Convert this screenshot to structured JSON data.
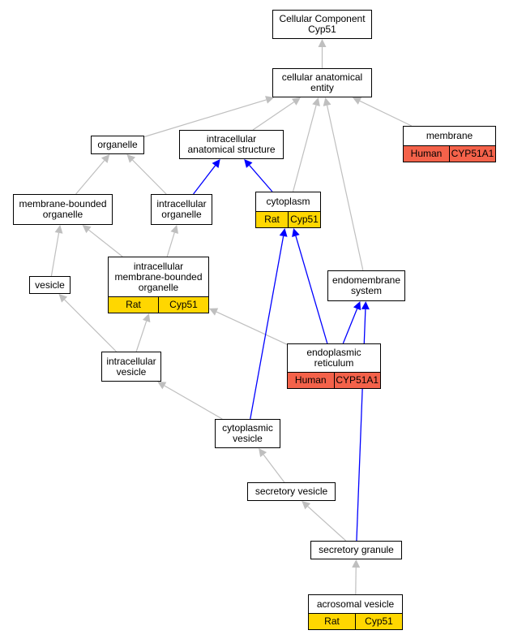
{
  "colors": {
    "gray_edge": "#bfbfbf",
    "blue_edge": "#0000ff",
    "rat_fill": "#ffd700",
    "human_fill": "#f4624a"
  },
  "nodes": {
    "root": {
      "label": "Cellular Component\nCyp51"
    },
    "cae": {
      "label": "cellular anatomical\nentity"
    },
    "organelle": {
      "label": "organelle"
    },
    "ias": {
      "label": "intracellular\nanatomical structure"
    },
    "membrane": {
      "label": "membrane",
      "species": "Human",
      "gene": "CYP51A1"
    },
    "mbo": {
      "label": "membrane-bounded\norganelle"
    },
    "io": {
      "label": "intracellular\norganelle"
    },
    "cytoplasm": {
      "label": "cytoplasm",
      "species": "Rat",
      "gene": "Cyp51"
    },
    "vesicle": {
      "label": "vesicle"
    },
    "imbo": {
      "label": "intracellular\nmembrane-bounded\norganelle",
      "species": "Rat",
      "gene": "Cyp51"
    },
    "endomembrane": {
      "label": "endomembrane\nsystem"
    },
    "er": {
      "label": "endoplasmic\nreticulum",
      "species": "Human",
      "gene": "CYP51A1"
    },
    "iv": {
      "label": "intracellular\nvesicle"
    },
    "cv": {
      "label": "cytoplasmic\nvesicle"
    },
    "sv": {
      "label": "secretory vesicle"
    },
    "sg": {
      "label": "secretory granule"
    },
    "acro": {
      "label": "acrosomal vesicle",
      "species": "Rat",
      "gene": "Cyp51"
    }
  },
  "edges": [
    {
      "from": "cae",
      "to": "root",
      "color": "gray"
    },
    {
      "from": "organelle",
      "to": "cae",
      "color": "gray"
    },
    {
      "from": "ias",
      "to": "cae",
      "color": "gray"
    },
    {
      "from": "membrane",
      "to": "cae",
      "color": "gray"
    },
    {
      "from": "cytoplasm",
      "to": "cae",
      "color": "gray"
    },
    {
      "from": "endomembrane",
      "to": "cae",
      "color": "gray"
    },
    {
      "from": "mbo",
      "to": "organelle",
      "color": "gray"
    },
    {
      "from": "io",
      "to": "organelle",
      "color": "gray"
    },
    {
      "from": "io",
      "to": "ias",
      "color": "blue"
    },
    {
      "from": "cytoplasm",
      "to": "ias",
      "color": "blue"
    },
    {
      "from": "vesicle",
      "to": "mbo",
      "color": "gray"
    },
    {
      "from": "imbo",
      "to": "mbo",
      "color": "gray"
    },
    {
      "from": "imbo",
      "to": "io",
      "color": "gray"
    },
    {
      "from": "iv",
      "to": "vesicle",
      "color": "gray"
    },
    {
      "from": "er",
      "to": "imbo",
      "color": "gray"
    },
    {
      "from": "er",
      "to": "cytoplasm",
      "color": "blue"
    },
    {
      "from": "er",
      "to": "endomembrane",
      "color": "blue"
    },
    {
      "from": "iv",
      "to": "imbo",
      "color": "gray"
    },
    {
      "from": "cv",
      "to": "iv",
      "color": "gray"
    },
    {
      "from": "cv",
      "to": "cytoplasm",
      "color": "blue"
    },
    {
      "from": "sv",
      "to": "cv",
      "color": "gray"
    },
    {
      "from": "sg",
      "to": "sv",
      "color": "gray"
    },
    {
      "from": "sg",
      "to": "endomembrane",
      "color": "blue"
    },
    {
      "from": "acro",
      "to": "sg",
      "color": "gray"
    }
  ]
}
